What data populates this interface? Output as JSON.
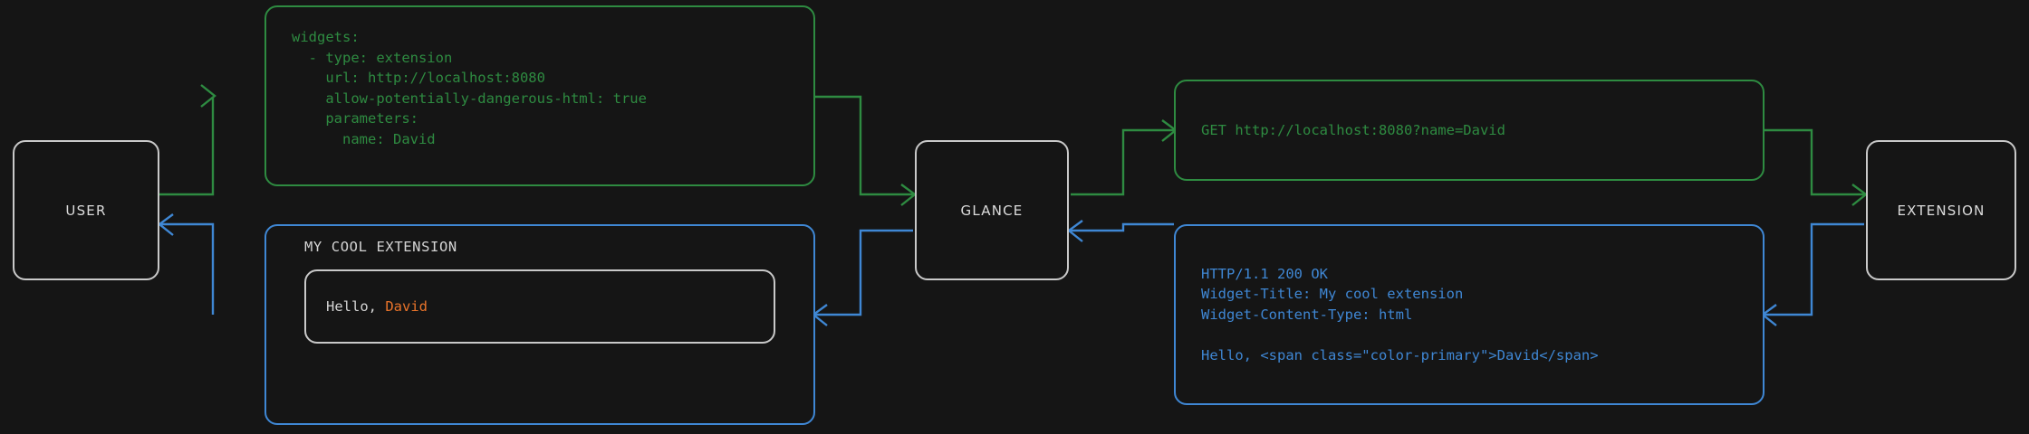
{
  "theme": {
    "background": "#151515",
    "request_color": "#2e8b41",
    "response_color": "#3f87d4",
    "node_border": "#c9c9c9",
    "text_light": "#d4d4d4",
    "accent": "#e8732a"
  },
  "nodes": {
    "user": "USER",
    "glance": "GLANCE",
    "extension": "EXTENSION"
  },
  "messages": {
    "config_yaml": "widgets:\n  - type: extension\n    url: http://localhost:8080\n    allow-potentially-dangerous-html: true\n    parameters:\n      name: David",
    "http_request": "GET http://localhost:8080?name=David",
    "http_response": "HTTP/1.1 200 OK\nWidget-Title: My cool extension\nWidget-Content-Type: html\n\nHello, <span class=\"color-primary\">David</span>"
  },
  "widget_preview": {
    "title": "MY COOL EXTENSION",
    "greeting": "Hello, ",
    "name": "David"
  }
}
